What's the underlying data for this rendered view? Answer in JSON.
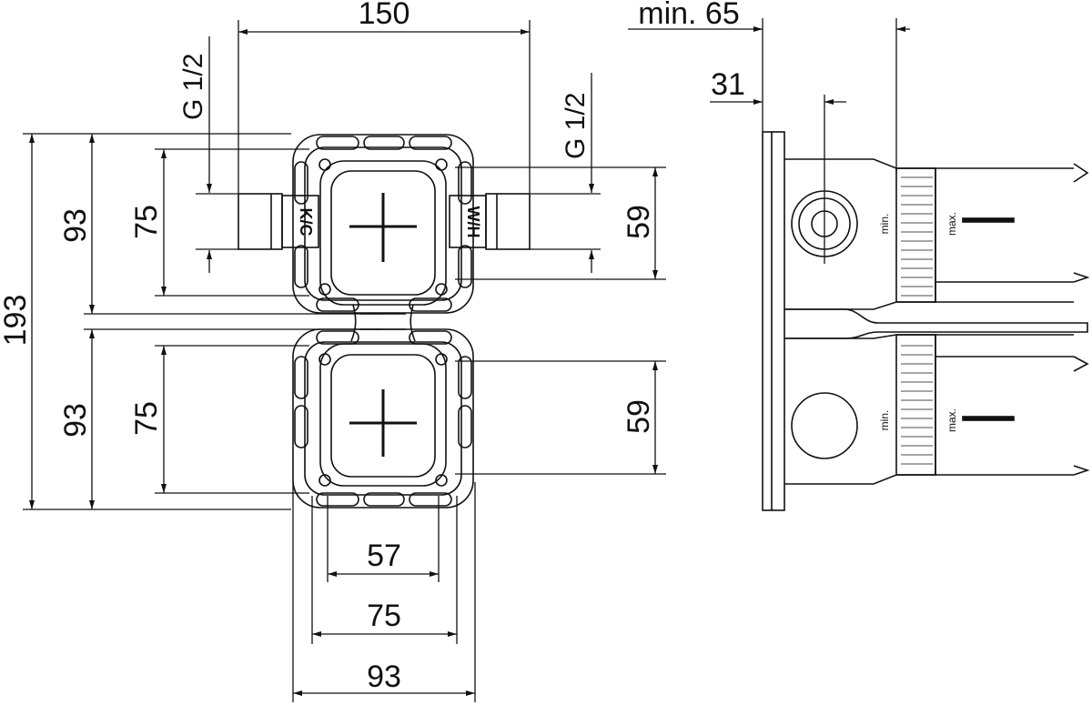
{
  "drawing": {
    "dims": {
      "width_top": "150",
      "thread_left": "G 1/2",
      "thread_right": "G 1/2",
      "total_height": "193",
      "upper_93": "93",
      "lower_93": "93",
      "upper_75": "75",
      "lower_75": "75",
      "upper_59": "59",
      "lower_59": "59",
      "bottom_57": "57",
      "bottom_75": "75",
      "bottom_93": "93",
      "side_min": "min. 65",
      "side_31": "31"
    },
    "labels": {
      "cold": "K/C",
      "hot": "W/H",
      "min_upper": "min.",
      "max_upper": "max.",
      "min_lower": "min.",
      "max_lower": "max."
    },
    "colors": {
      "line": "#111111",
      "background": "#ffffff"
    }
  }
}
